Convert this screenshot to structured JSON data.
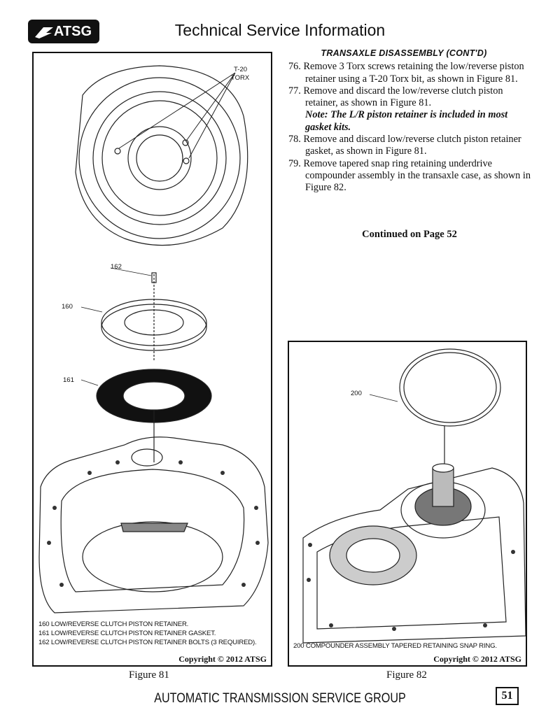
{
  "header": {
    "logo_text": "ATSG",
    "title": "Technical Service Information"
  },
  "section_title": "TRANSAXLE DISASSEMBLY (CONT'D)",
  "steps": [
    {
      "text": "76. Remove 3 Torx screws retaining the low/reverse piston retainer  using a T-20 Torx bit, as shown in Figure 81."
    },
    {
      "text": "77. Remove and discard the low/reverse clutch piston retainer, as shown in Figure 81.",
      "note": "Note: The L/R piston retainer is included in most gasket kits."
    },
    {
      "text": "78. Remove and discard low/reverse clutch piston retainer gasket, as shown in Figure 81."
    },
    {
      "text": "79. Remove tapered snap ring retaining underdrive compounder assembly in the transaxle case, as shown in Figure 82."
    }
  ],
  "continued": "Continued on Page 52",
  "figure81": {
    "callouts": {
      "torx_1": "T-20",
      "torx_2": "TORX",
      "c162": "162",
      "c160": "160",
      "c161": "161"
    },
    "legend": [
      "160  LOW/REVERSE CLUTCH PISTON RETAINER.",
      "161  LOW/REVERSE CLUTCH PISTON RETAINER GASKET.",
      "162  LOW/REVERSE CLUTCH PISTON RETAINER BOLTS  (3 REQUIRED)."
    ],
    "copyright": "Copyright © 2012 ATSG",
    "caption": "Figure 81"
  },
  "figure82": {
    "callouts": {
      "c200": "200"
    },
    "legend": [
      "200  COMPOUNDER ASSEMBLY TAPERED RETAINING SNAP RING."
    ],
    "copyright": "Copyright © 2012 ATSG",
    "caption": "Figure 82"
  },
  "footer": {
    "org": "AUTOMATIC TRANSMISSION SERVICE GROUP",
    "page": "51"
  }
}
